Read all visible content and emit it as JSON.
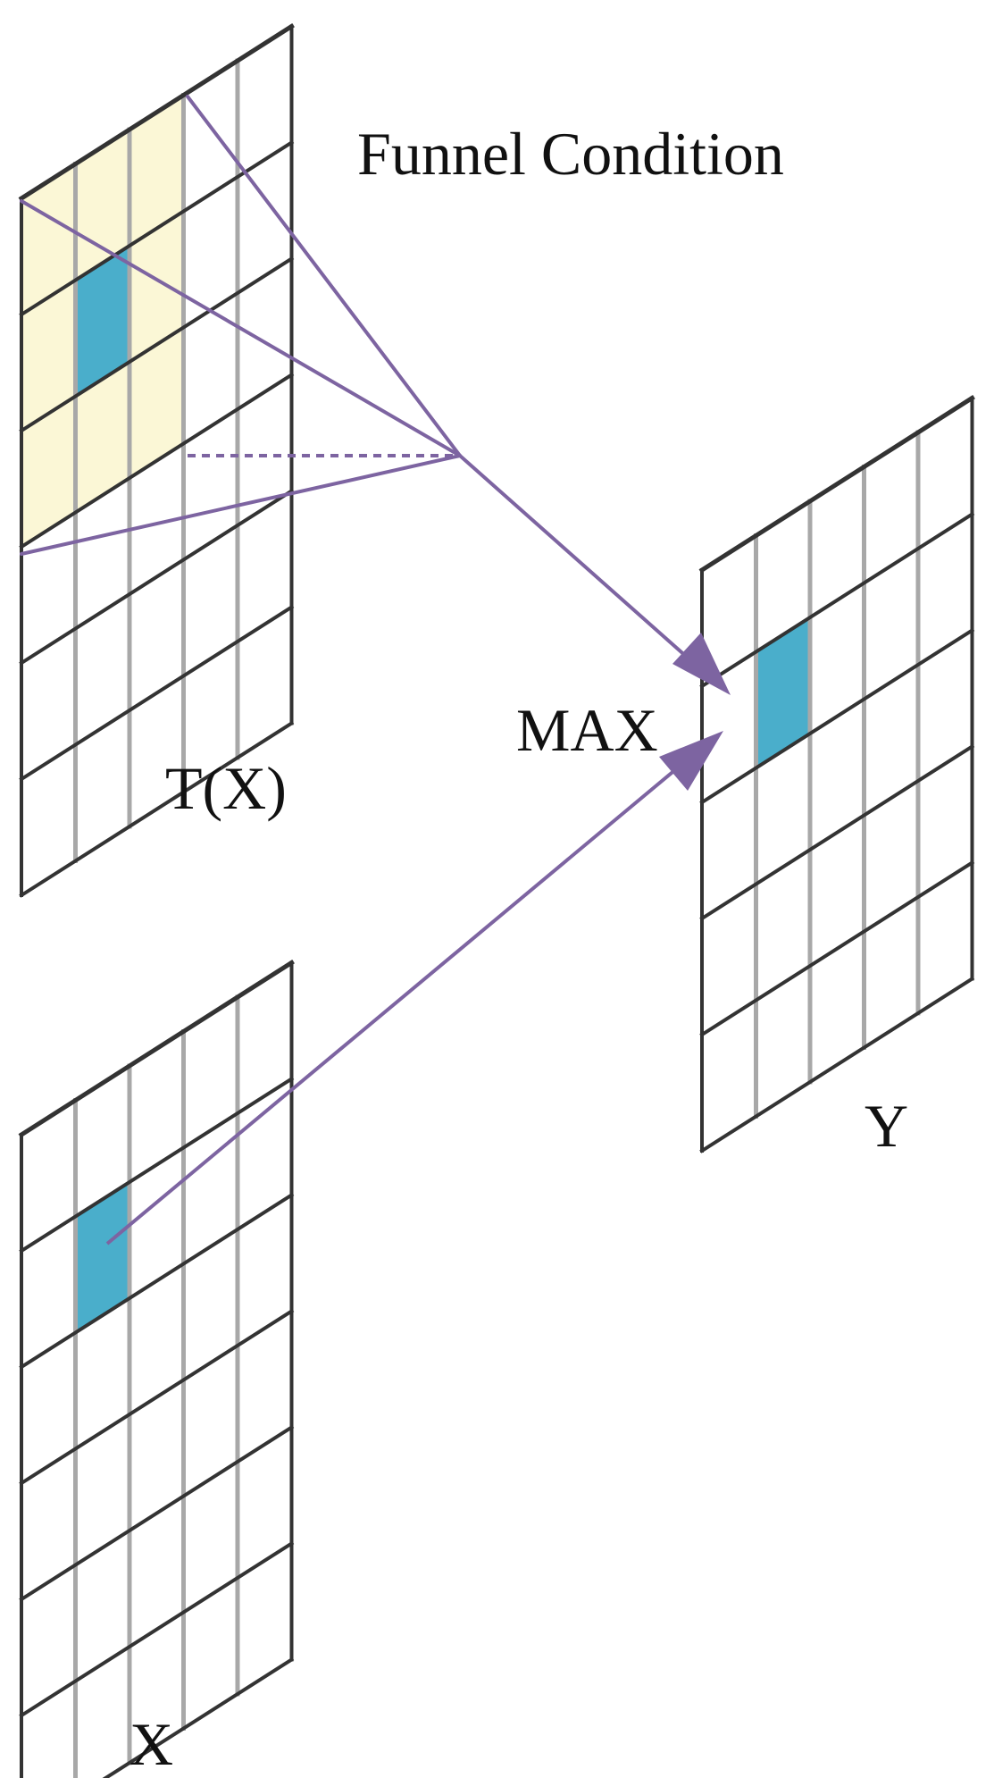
{
  "labels": {
    "funnel_condition": "Funnel Condition",
    "tx": "T(X)",
    "max": "MAX",
    "x": "X",
    "y": "Y"
  },
  "colors": {
    "grid_dark": "#333333",
    "grid_light": "#a8a8a8",
    "highlight_cell": "#4aaecb",
    "funnel_region": "#fbf7d6",
    "arrow": "#7d64a1"
  },
  "grids": {
    "tx": {
      "rows": 6,
      "cols": 5
    },
    "x": {
      "rows": 6,
      "cols": 5
    },
    "y": {
      "rows": 5,
      "cols": 5
    }
  }
}
